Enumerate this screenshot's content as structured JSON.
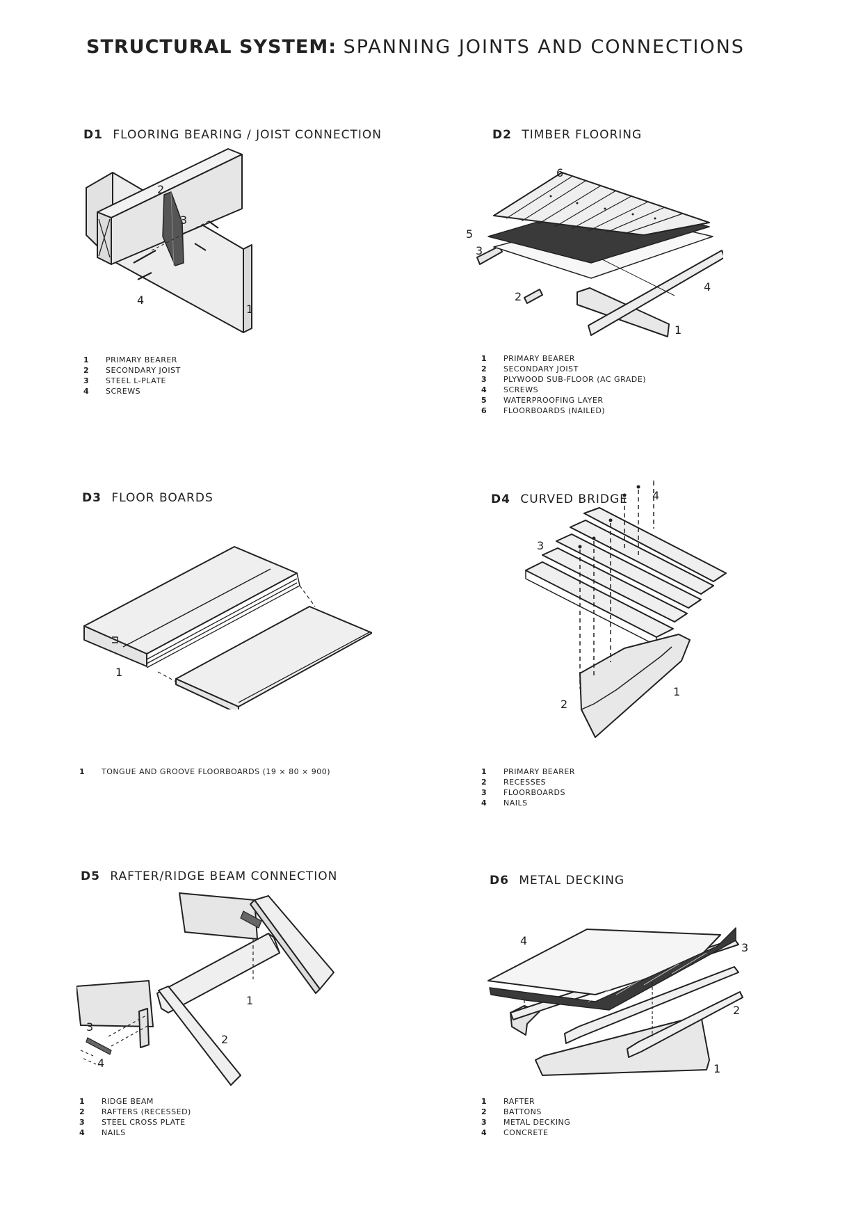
{
  "title": {
    "bold": "STRUCTURAL SYSTEM:",
    "rest": "SPANNING JOINTS AND CONNECTIONS"
  },
  "panels": [
    {
      "id": "D1",
      "title": "FLOORING BEARING / JOIST CONNECTION",
      "labels": [
        "1",
        "2",
        "3",
        "4"
      ],
      "legend": [
        {
          "num": "1",
          "text": "PRIMARY BEARER"
        },
        {
          "num": "2",
          "text": "SECONDARY JOIST"
        },
        {
          "num": "3",
          "text": "STEEL L-PLATE"
        },
        {
          "num": "4",
          "text": "SCREWS"
        }
      ]
    },
    {
      "id": "D2",
      "title": "TIMBER FLOORING",
      "labels": [
        "1",
        "2",
        "3",
        "4",
        "5",
        "6"
      ],
      "legend": [
        {
          "num": "1",
          "text": "PRIMARY BEARER"
        },
        {
          "num": "2",
          "text": "SECONDARY JOIST"
        },
        {
          "num": "3",
          "text": "PLYWOOD SUB-FLOOR (AC GRADE)"
        },
        {
          "num": "4",
          "text": "SCREWS"
        },
        {
          "num": "5",
          "text": "WATERPROOFING LAYER"
        },
        {
          "num": "6",
          "text": "FLOORBOARDS (NAILED)"
        }
      ]
    },
    {
      "id": "D3",
      "title": "FLOOR BOARDS",
      "labels": [
        "1"
      ],
      "legend": [
        {
          "num": "1",
          "text": "TONGUE AND GROOVE FLOORBOARDS   (19 × 80 × 900)"
        }
      ]
    },
    {
      "id": "D4",
      "title": "CURVED BRIDGE",
      "labels": [
        "1",
        "2",
        "3",
        "4"
      ],
      "legend": [
        {
          "num": "1",
          "text": "PRIMARY BEARER"
        },
        {
          "num": "2",
          "text": "RECESSES"
        },
        {
          "num": "3",
          "text": "FLOORBOARDS"
        },
        {
          "num": "4",
          "text": "NAILS"
        }
      ]
    },
    {
      "id": "D5",
      "title": "RAFTER/RIDGE BEAM CONNECTION",
      "labels": [
        "1",
        "2",
        "3",
        "4"
      ],
      "legend": [
        {
          "num": "1",
          "text": "RIDGE BEAM"
        },
        {
          "num": "2",
          "text": "RAFTERS (RECESSED)"
        },
        {
          "num": "3",
          "text": "STEEL CROSS PLATE"
        },
        {
          "num": "4",
          "text": "NAILS"
        }
      ]
    },
    {
      "id": "D6",
      "title": "METAL DECKING",
      "labels": [
        "1",
        "2",
        "3",
        "4"
      ],
      "legend": [
        {
          "num": "1",
          "text": "RAFTER"
        },
        {
          "num": "2",
          "text": "BATTONS"
        },
        {
          "num": "3",
          "text": "METAL DECKING"
        },
        {
          "num": "4",
          "text": "CONCRETE"
        }
      ]
    }
  ],
  "colors": {
    "ink": "#222222",
    "timber_fill": "#ececec",
    "dark_fill": "#3a3a3a",
    "paper": "#ffffff"
  }
}
